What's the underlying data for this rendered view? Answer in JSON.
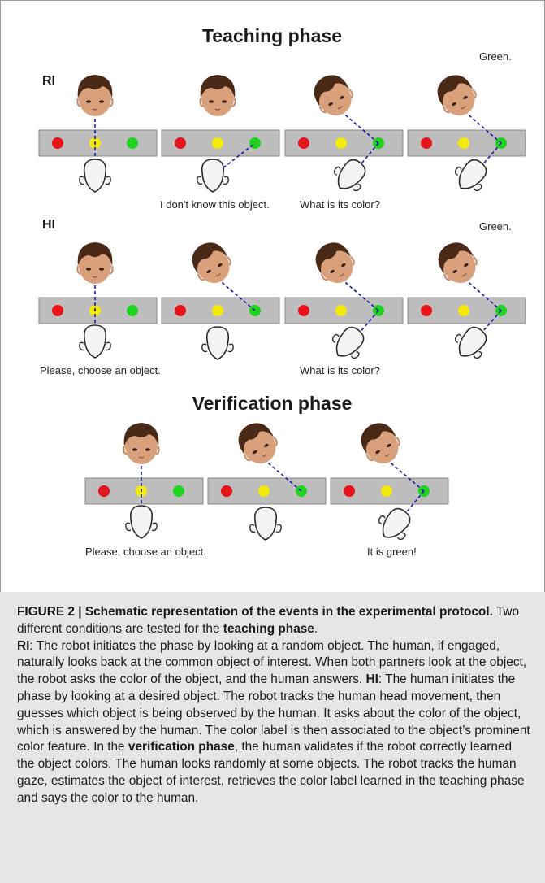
{
  "figure": {
    "teaching_title": "Teaching phase",
    "verification_title": "Verification phase",
    "ri_label": "RI",
    "hi_label": "HI",
    "ri_quotes": [
      "I don't know this object.",
      "What is its color?",
      "Green."
    ],
    "hi_quotes": [
      "Please, choose an object.",
      "What is its color?",
      "Green."
    ],
    "ver_quotes": [
      "Please, choose an object.",
      "It is green!"
    ],
    "colors": {
      "red": "#e8141b",
      "yellow": "#f3ea0a",
      "green": "#1fd41f",
      "table": "#bdbdbd",
      "hair": "#4a2a17",
      "skin": "#d9a07c",
      "gaze": "#1a1aa8"
    }
  },
  "caption": {
    "label": "FIGURE 2 | Schematic representation of the events in the experimental protocol.",
    "s1": " Two different conditions are tested for the ",
    "teaching_bold": "teaching phase",
    "s2": ".",
    "ri": "RI",
    "ri_text": ": The robot initiates the phase by looking at a random object. The human, if engaged, naturally looks back at the common object of interest. When both partners look at the object, the robot asks the color of the object, and the human answers. ",
    "hi": "HI",
    "hi_text": ": The human initiates the phase by looking at a desired object. The robot tracks the human head movement, then guesses which object is being observed by the human. It asks about the color of the object, which is answered by the human. The color label is then associated to the object’s prominent color feature. In the ",
    "verification_bold": "verification phase",
    "end_text": ", the human validates if the robot correctly learned the object colors. The human looks randomly at some objects. The robot tracks the human gaze, estimates the object of interest, retrieves the color label learned in the teaching phase and says the color to the human."
  }
}
